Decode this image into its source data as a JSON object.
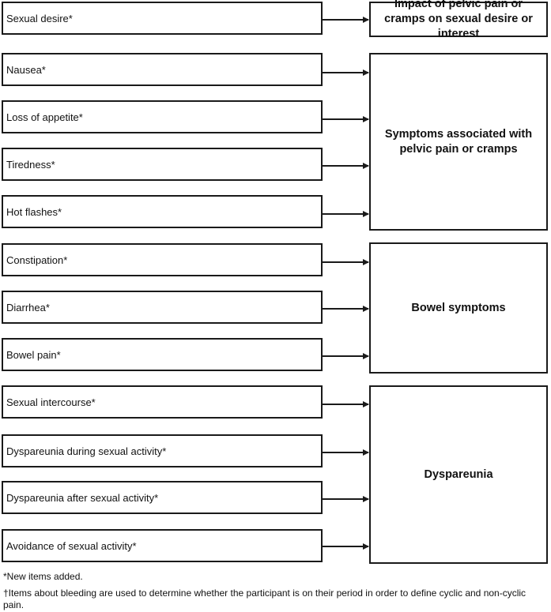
{
  "groups": [
    {
      "label": "Impact of pelvic pain or cramps on sexual desire or interest",
      "items": [
        "Sexual desire*"
      ]
    },
    {
      "label": "Symptoms associated with pelvic pain or cramps",
      "items": [
        "Nausea*",
        "Loss of appetite*",
        "Tiredness*",
        "Hot flashes*"
      ]
    },
    {
      "label": "Bowel symptoms",
      "items": [
        "Constipation*",
        "Diarrhea*",
        "Bowel pain*"
      ]
    },
    {
      "label": "Dyspareunia",
      "items": [
        "Sexual intercourse*",
        "Dyspareunia during sexual activity*",
        "Dyspareunia after sexual activity*",
        "Avoidance of sexual activity*"
      ]
    }
  ],
  "footnotes": {
    "new_items": "*New items added.",
    "bleeding": "†Items about bleeding are used to determine whether the participant is on their period in order to define cyclic and non-cyclic pain."
  },
  "colors": {
    "border": "#1a1a1a",
    "arrow": "#1a1a1a"
  }
}
